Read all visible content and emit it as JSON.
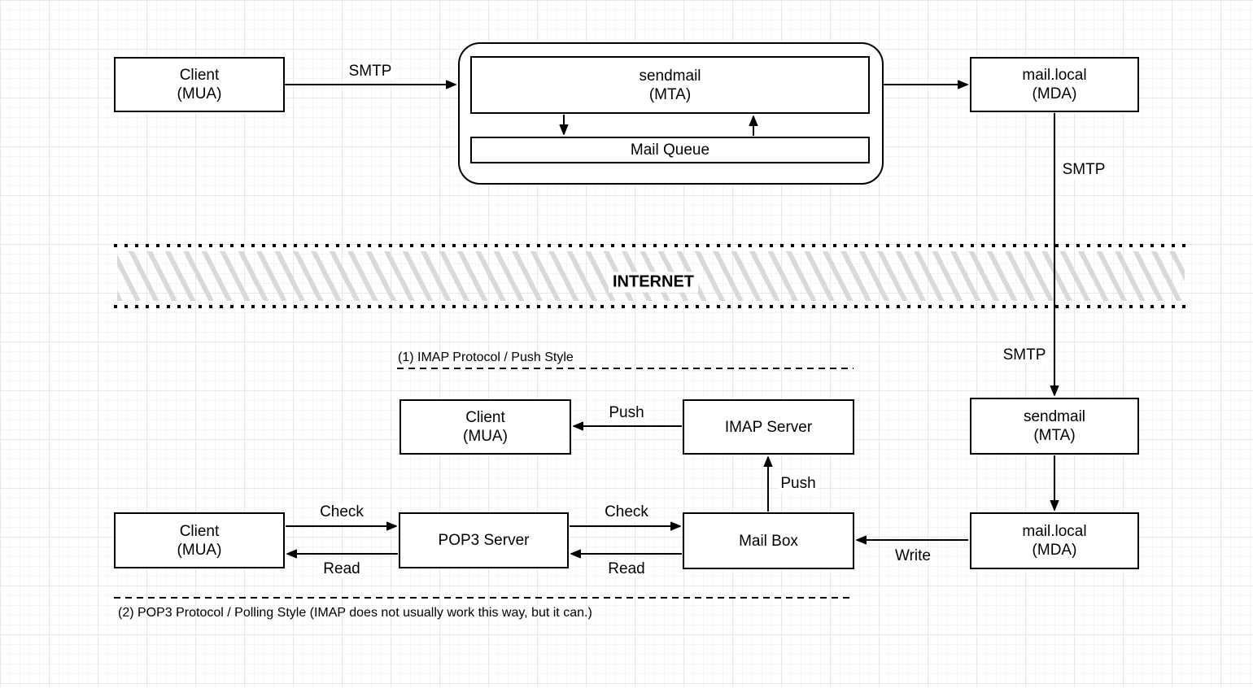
{
  "diagram": {
    "nodes": {
      "client_top": {
        "line1": "Client",
        "line2": "(MUA)"
      },
      "sendmail_top": {
        "line1": "sendmail",
        "line2": "(MTA)"
      },
      "mail_queue": {
        "line1": "Mail Queue"
      },
      "mail_local_top": {
        "line1": "mail.local",
        "line2": "(MDA)"
      },
      "client_imap": {
        "line1": "Client",
        "line2": "(MUA)"
      },
      "imap_server": {
        "line1": "IMAP Server"
      },
      "sendmail_bottom": {
        "line1": "sendmail",
        "line2": "(MTA)"
      },
      "mail_local_bottom": {
        "line1": "mail.local",
        "line2": "(MDA)"
      },
      "client_pop3": {
        "line1": "Client",
        "line2": "(MUA)"
      },
      "pop3_server": {
        "line1": "POP3 Server"
      },
      "mail_box": {
        "line1": "Mail Box"
      }
    },
    "edge_labels": {
      "smtp_top": "SMTP",
      "smtp_mid": "SMTP",
      "smtp_lower": "SMTP",
      "push_horizontal": "Push",
      "push_vertical": "Push",
      "check_1": "Check",
      "read_1": "Read",
      "check_2": "Check",
      "read_2": "Read",
      "write": "Write"
    },
    "sections": {
      "internet_label": "INTERNET",
      "imap_caption": "(1) IMAP Protocol / Push Style",
      "pop3_caption": "(2) POP3 Protocol / Polling Style (IMAP does not usually work this way, but it can.)"
    },
    "colors": {
      "stroke": "#000000",
      "node_fill": "#ffffff",
      "stripe": "#d9d9d9",
      "grid_minor": "#f4f4f4",
      "grid_major": "#e8e8e8",
      "background": "#ffffff"
    }
  }
}
